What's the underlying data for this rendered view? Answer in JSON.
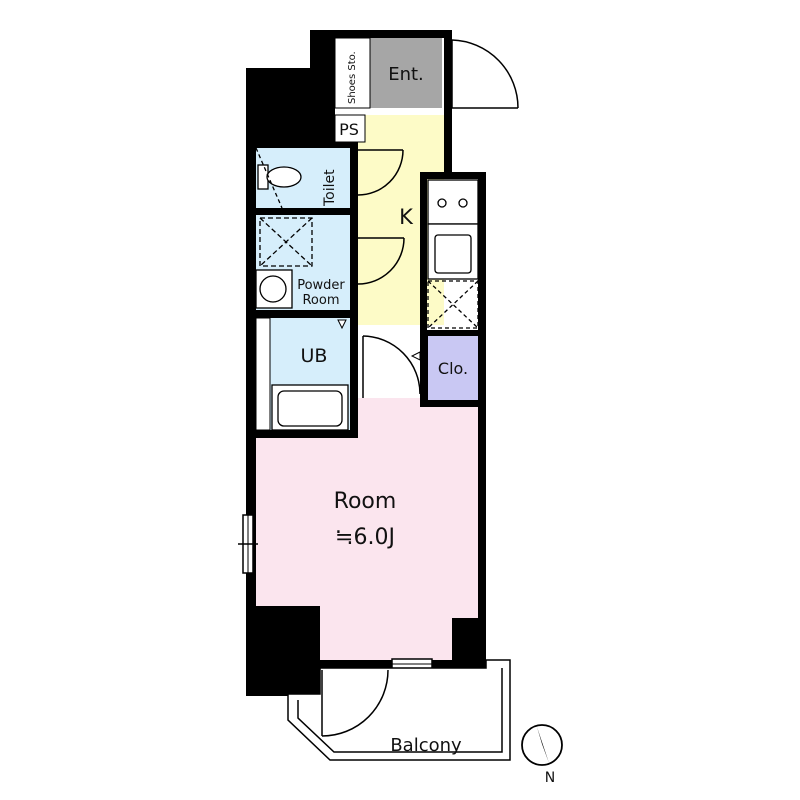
{
  "rooms": {
    "entrance": "Ent.",
    "shoes_storage": "Shoes Sto.",
    "pipe_space": "PS",
    "toilet": "Toilet",
    "kitchen": "K",
    "powder_room_line1": "Powder",
    "powder_room_line2": "Room",
    "unit_bath": "UB",
    "closet": "Clo.",
    "room_name": "Room",
    "room_size": "≒6.0J",
    "balcony": "Balcony"
  },
  "compass": {
    "label": "N"
  },
  "colors": {
    "wall": "#000000",
    "entrance": "#a6a6a6",
    "kitchen": "#fdfbc7",
    "wet_area": "#d6eefb",
    "closet": "#c9c8f3",
    "room": "#fbe5ee",
    "balcony": "#ffffff"
  }
}
